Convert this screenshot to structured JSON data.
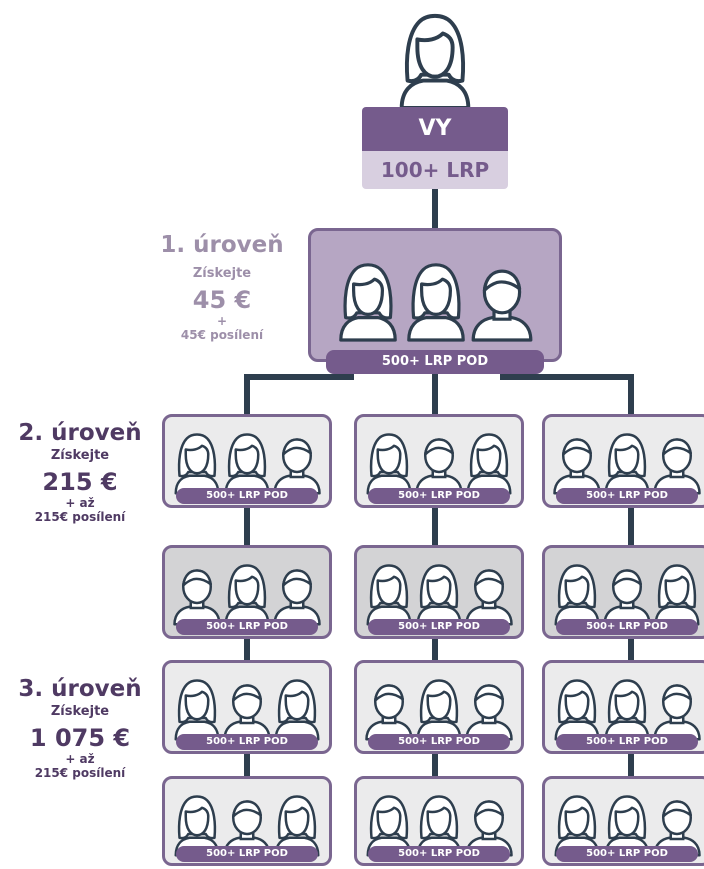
{
  "colors": {
    "purple": "#755b8c",
    "border_purple": "#7a6690",
    "connector": "#2e3e4e",
    "lvl1_text": "#9d8fa9",
    "lvl2_text": "#4f3a63",
    "light_purple": "#d8cfe0",
    "level1_box": "#b6a6c3",
    "level2_box": "#ebebec",
    "level3_box": "#d3d3d5"
  },
  "you": {
    "label": "VY",
    "lrp": "100+ LRP"
  },
  "pod_label": "500+ LRP POD",
  "levels": [
    {
      "title": "1. úroveň",
      "earn": "Získejte",
      "amount": "45 €",
      "plus": "+",
      "boost": "45€ posílení"
    },
    {
      "title": "2. úroveň",
      "earn": "Získejte",
      "amount": "215 €",
      "plus": "+ až",
      "boost": "215€ posílení"
    },
    {
      "title": "3. úroveň",
      "earn": "Získejte",
      "amount": "1 075 €",
      "plus": "+ až",
      "boost": "215€ posílení"
    }
  ],
  "icons": {
    "top": "woman-icon",
    "level1": [
      "woman-icon",
      "woman-icon",
      "man-icon"
    ],
    "pods": [
      [
        "woman-icon",
        "woman-icon",
        "man-icon"
      ],
      [
        "woman-icon",
        "man-icon",
        "woman-icon"
      ],
      [
        "man-icon",
        "woman-icon",
        "man-icon"
      ],
      [
        "man-icon",
        "woman-icon",
        "man-icon"
      ],
      [
        "woman-icon",
        "woman-icon",
        "man-icon"
      ],
      [
        "woman-icon",
        "man-icon",
        "woman-icon"
      ],
      [
        "woman-icon",
        "man-icon",
        "woman-icon"
      ],
      [
        "man-icon",
        "woman-icon",
        "man-icon"
      ],
      [
        "woman-icon",
        "woman-icon",
        "man-icon"
      ],
      [
        "woman-icon",
        "man-icon",
        "woman-icon"
      ],
      [
        "woman-icon",
        "woman-icon",
        "man-icon"
      ],
      [
        "woman-icon",
        "woman-icon",
        "man-icon"
      ]
    ]
  }
}
